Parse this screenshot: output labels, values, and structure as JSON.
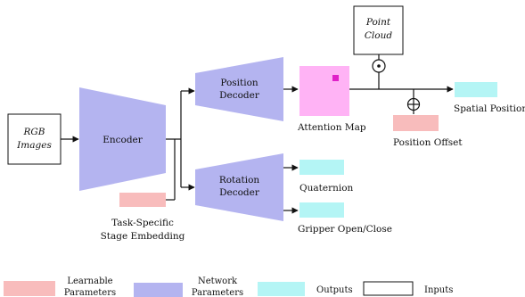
{
  "inputs": {
    "rgb_images": [
      "RGB",
      "Images"
    ],
    "point_cloud": [
      "Point",
      "Cloud"
    ],
    "task_embedding_label": [
      "Task-Specific",
      "Stage Embedding"
    ]
  },
  "modules": {
    "encoder": "Encoder",
    "position_decoder": [
      "Position",
      "Decoder"
    ],
    "rotation_decoder": [
      "Rotation",
      "Decoder"
    ]
  },
  "outputs": {
    "attention_map": "Attention Map",
    "position_offset": "Position Offset",
    "spatial_position": "Spatial Position",
    "quaternion": "Quaternion",
    "gripper": "Gripper Open/Close"
  },
  "operators": {
    "dot_product": "⊙",
    "addition": "⊕"
  },
  "legend": {
    "learnable": [
      "Learnable",
      "Parameters"
    ],
    "network": [
      "Network",
      "Parameters"
    ],
    "outputs": "Outputs",
    "inputs": "Inputs"
  },
  "colors": {
    "learnable": "#f8bcbc",
    "network": "#b4b4f0",
    "outputs": "#b4f5f5",
    "attention_map": "#ffb3f5",
    "attention_peak": "#e020c8",
    "line": "#111111"
  }
}
